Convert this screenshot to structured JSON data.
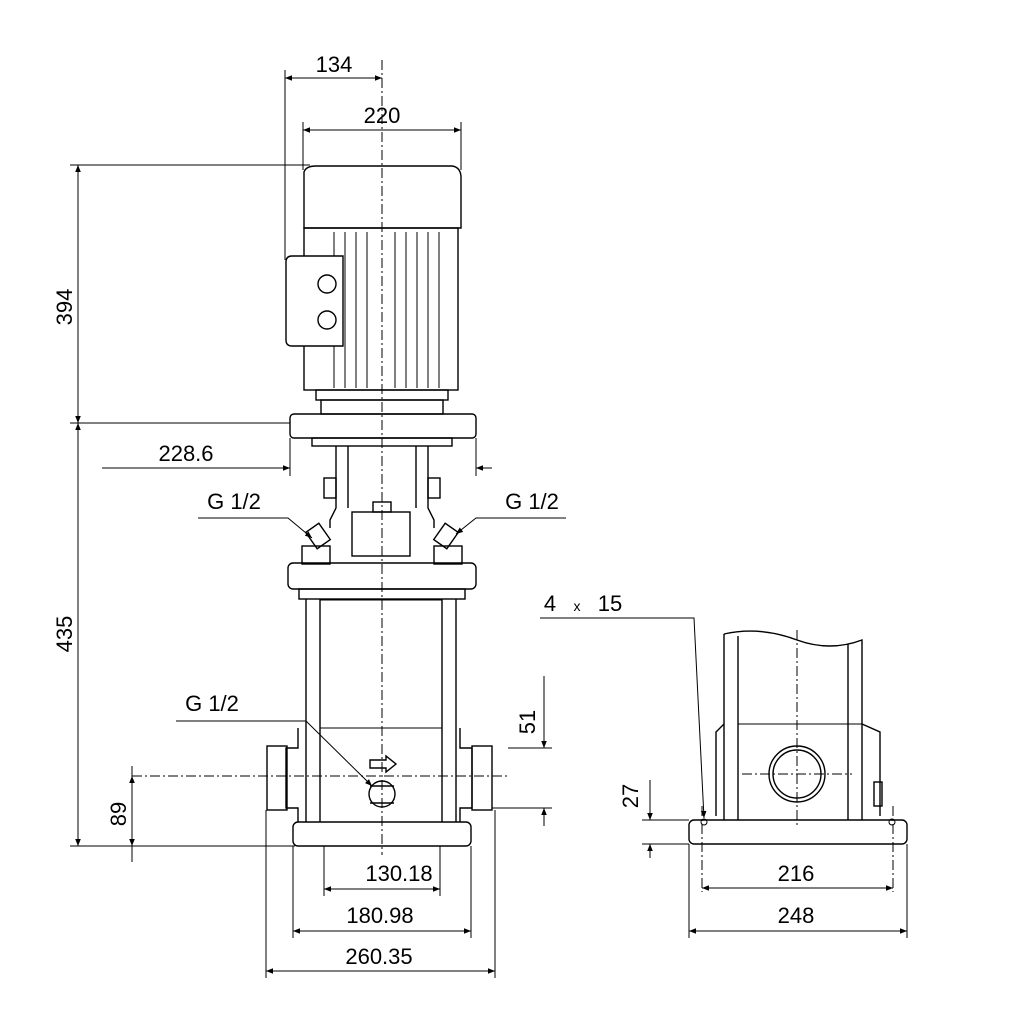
{
  "front_view": {
    "dimensions": {
      "motor_width": "134",
      "motor_top_width": "220",
      "motor_height": "394",
      "pump_height": "435",
      "flange_width": "228.6",
      "base_inner": "130.18",
      "base_mid": "180.98",
      "base_overall": "260.35",
      "inlet_height": "89",
      "port_offset": "51"
    },
    "ports": {
      "vent_left": "G 1/2",
      "vent_right": "G 1/2",
      "drain": "G 1/2"
    }
  },
  "side_view": {
    "dimensions": {
      "holes_count": "4",
      "holes_times": "x",
      "holes_size": "15",
      "foot_height": "27",
      "hole_spacing": "216",
      "foot_width": "248"
    }
  }
}
